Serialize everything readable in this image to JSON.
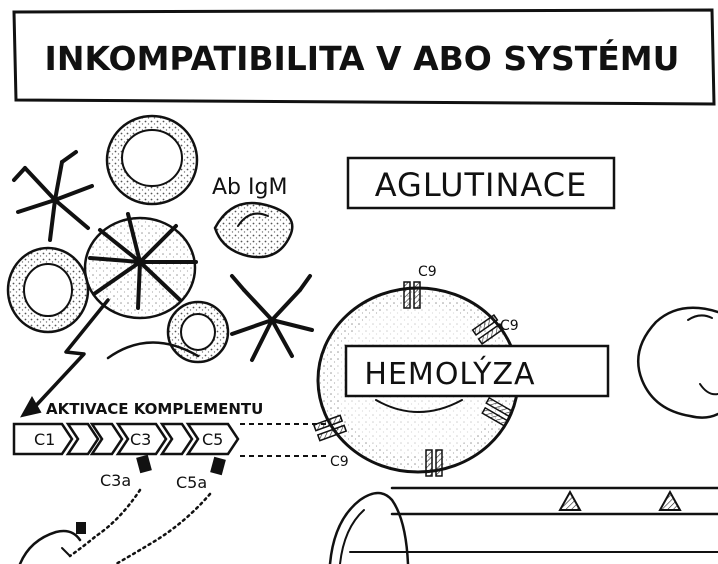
{
  "title": "INKOMPATIBILITA V ABO SYSTÉMU",
  "labels": {
    "antibody": "Ab IgM",
    "agglutination": "AGLUTINACE",
    "hemolysis": "HEMOLÝZA",
    "complement_activation": "AKTIVACE KOMPLEMENTU",
    "c1": "C1",
    "c3": "C3",
    "c5": "C5",
    "c3a": "C3a",
    "c5a": "C5a",
    "c9_top": "C9",
    "c9_right": "C9",
    "c9_left": "C9"
  },
  "colors": {
    "ink": "#111111",
    "paper": "#ffffff",
    "shade": "#bdbdbd"
  }
}
